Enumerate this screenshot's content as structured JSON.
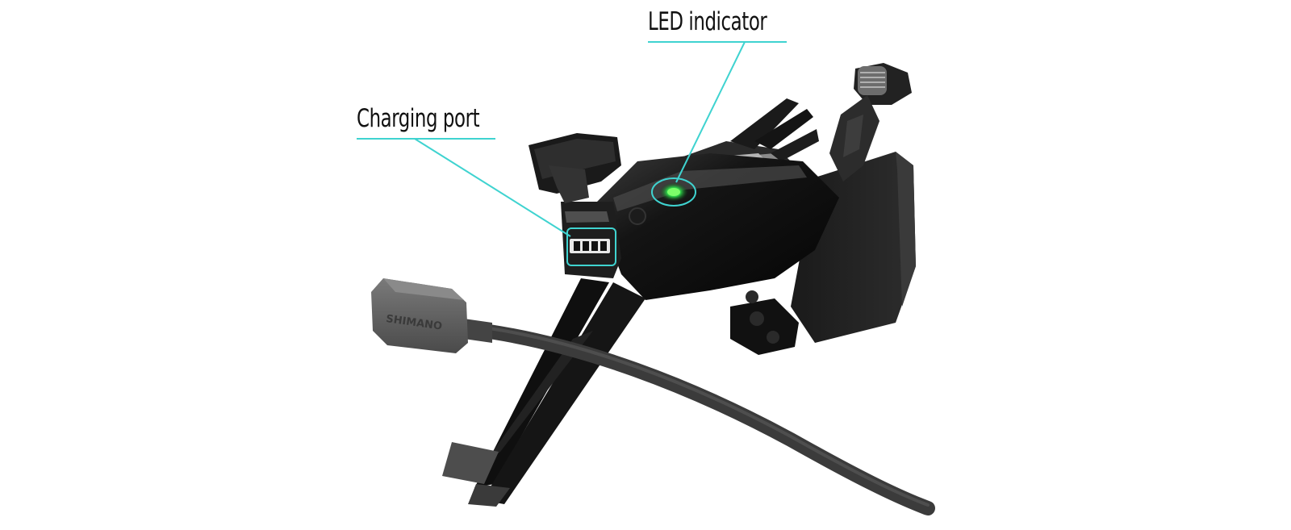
{
  "callouts": {
    "led": {
      "label": "LED indicator"
    },
    "charging": {
      "label": "Charging port"
    }
  },
  "brand_mark": "SHIMANO",
  "colors": {
    "leader_line": "#3fd3d0",
    "led_light": "#2fd84a",
    "body": "#0d0d0d",
    "cable": "#3b3b3b",
    "plug": "#5c5c5c"
  }
}
